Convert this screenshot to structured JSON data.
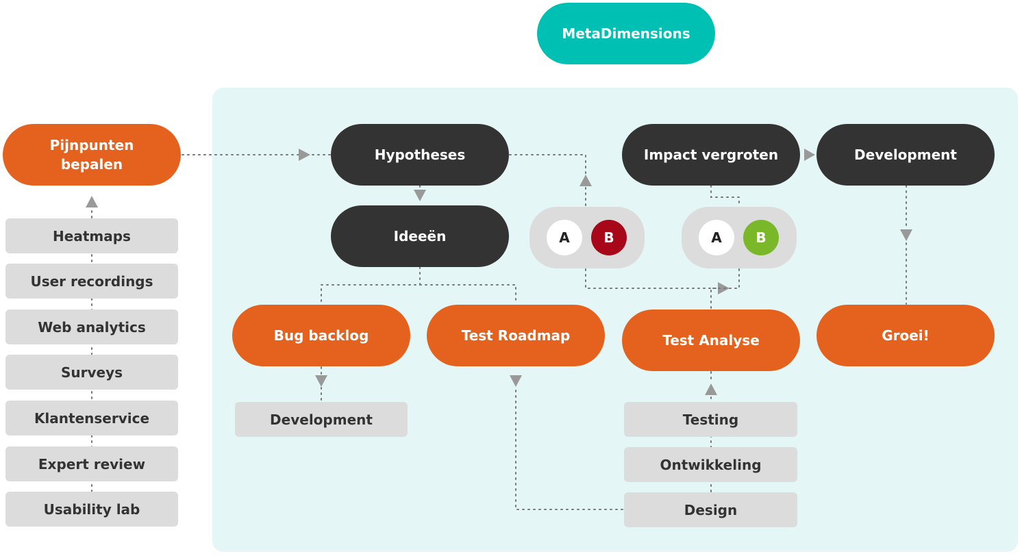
{
  "title": "MetaDimensions",
  "source_node": "Pijnpunten\nbepalen",
  "inputs": [
    "Heatmaps",
    "User recordings",
    "Web analytics",
    "Surveys",
    "Klantenservice",
    "Expert review",
    "Usability lab"
  ],
  "nodes": {
    "hypotheses": "Hypotheses",
    "ideeen": "Ideeën",
    "impact": "Impact vergroten",
    "development": "Development",
    "bug_backlog": "Bug backlog",
    "test_roadmap": "Test Roadmap",
    "test_analyse": "Test Analyse",
    "groei": "Groei!"
  },
  "bug_development": "Development",
  "test_steps": [
    "Testing",
    "Ontwikkeling",
    "Design"
  ],
  "ab_tests": [
    {
      "a": "A",
      "b": "B",
      "winner_color": "#a8071a"
    },
    {
      "a": "A",
      "b": "B",
      "winner_color": "#7ab829"
    }
  ],
  "colors": {
    "teal": "#00bfb3",
    "orange": "#e5621e",
    "dark": "#333333",
    "gray": "#dcdcdc",
    "panel": "#e4f6f6"
  }
}
